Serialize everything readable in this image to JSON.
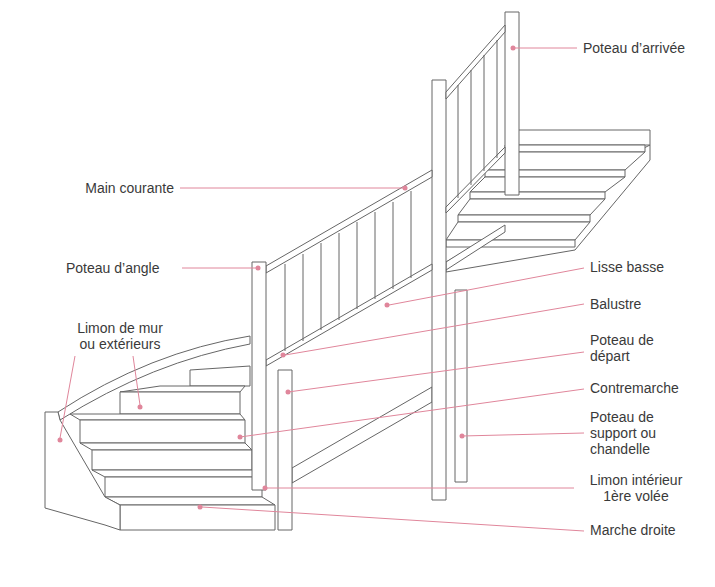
{
  "diagram": {
    "labels": [
      "Poteau d’arrivée",
      "Main courante",
      "Poteau d’angle",
      "Limon de mur ou extérieurs",
      "Lisse basse",
      "Balustre",
      "Poteau de départ",
      "Contremarche",
      "Poteau de support ou chandelle",
      "Limon intérieur 1ère volée",
      "Marche droite"
    ]
  }
}
